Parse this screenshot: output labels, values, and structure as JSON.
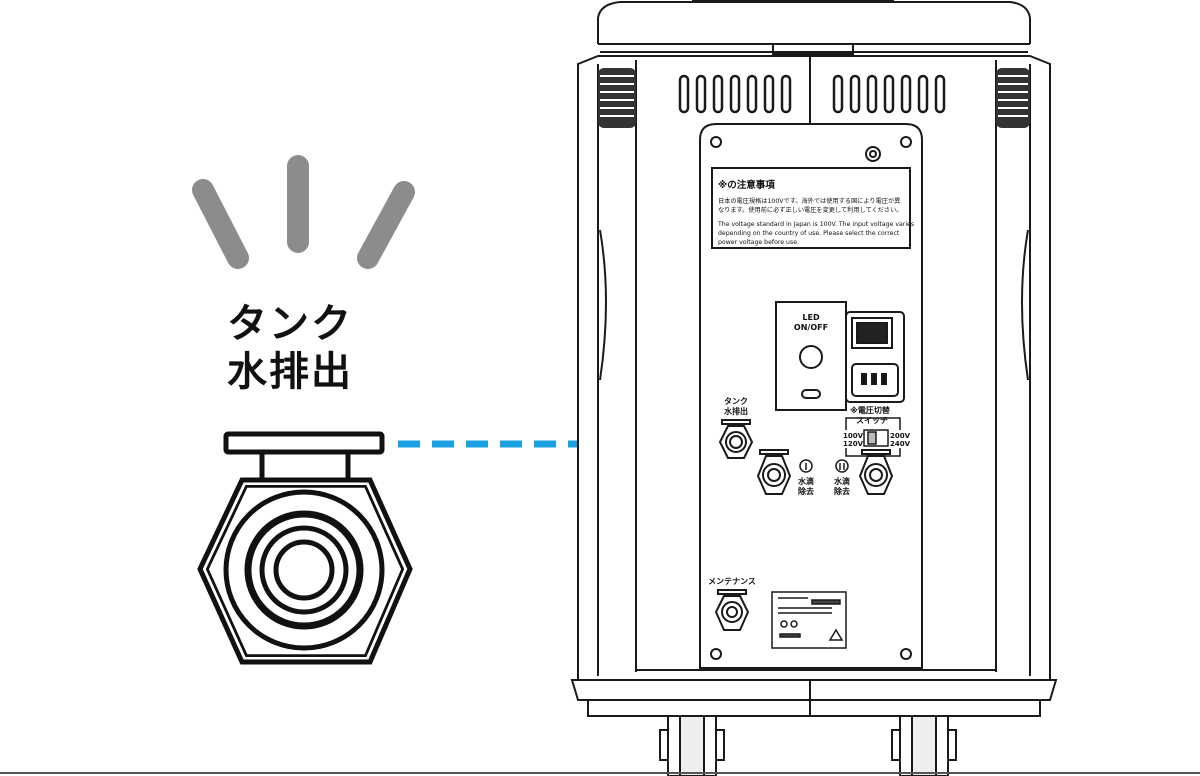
{
  "callout": {
    "title_line1": "タンク",
    "title_line2": "水排出"
  },
  "panel": {
    "notice_title": "※の注意事項",
    "notice_jp_1": "日本の電圧規格は100Vです。海外では使用する国により電圧が異",
    "notice_jp_2": "なります。使用前に必ず正しい電圧を変更して利用してください。",
    "notice_en_1": "The voltage standard in Japan is 100V. The input voltage varies",
    "notice_en_2": "depending on the country of use. Please select the correct",
    "notice_en_3": "power voltage before use.",
    "led_label_1": "LED",
    "led_label_2": "ON/OFF",
    "tank_label_1": "タンク",
    "tank_label_2": "水排出",
    "voltage_title_1": "※電圧切替",
    "voltage_title_2": "スイッチ",
    "v_left_1": "100V",
    "v_left_2": "120V",
    "v_right_1": "200V",
    "v_right_2": "240V",
    "drip_label_1": "水滴",
    "drip_label_2": "除去",
    "drip2_label_1": "水滴",
    "drip2_label_2": "除去",
    "maintenance_label": "メンテナンス"
  },
  "colors": {
    "highlight": "#1ba1e2",
    "signal_rays": "#8c8c8c",
    "outline": "#1a1a1a"
  }
}
